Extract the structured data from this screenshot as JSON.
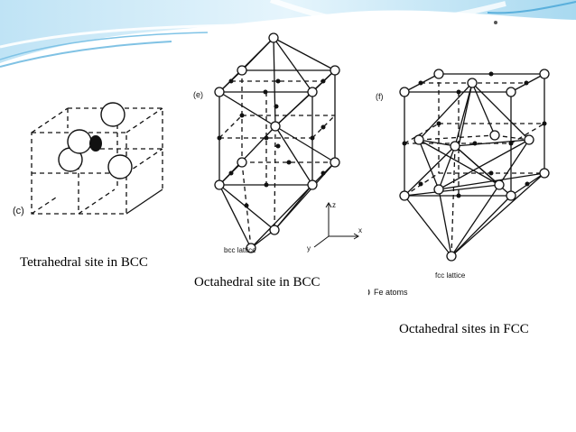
{
  "captions": {
    "tetrahedral_bcc": "Tetrahedral site in BCC",
    "octahedral_bcc": "Octahedral site in BCC",
    "octahedral_fcc": "Octahedral sites in FCC"
  },
  "figure_c": {
    "label": "(c)"
  },
  "figure_e": {
    "label": "(e)",
    "lattice_label": "bcc lattice",
    "axes": {
      "z": "z",
      "x": "x",
      "y": "y"
    }
  },
  "figure_f": {
    "label": "(f)",
    "lattice_label": "fcc lattice",
    "legend": "Fe atoms"
  },
  "colors": {
    "banner_light": "#dff1fb",
    "banner_mid": "#9fd4ee",
    "banner_dark": "#4aa8d8",
    "line": "#111111"
  }
}
